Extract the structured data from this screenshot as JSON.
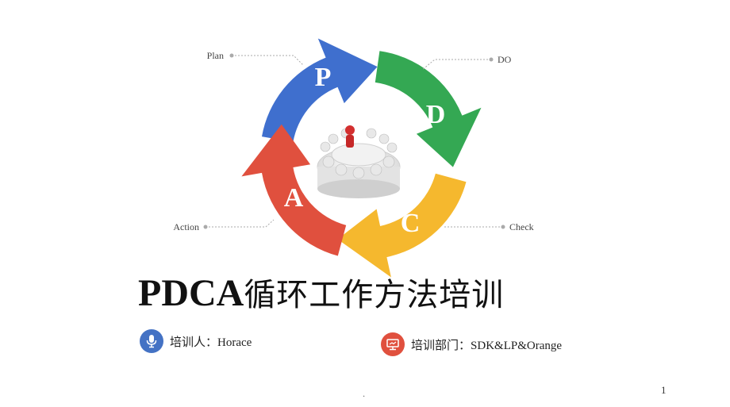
{
  "diagram": {
    "labels": {
      "plan": "Plan",
      "do": "DO",
      "check": "Check",
      "action": "Action"
    },
    "letters": {
      "p": "P",
      "d": "D",
      "c": "C",
      "a": "A"
    },
    "colors": {
      "p": "#3F6FCE",
      "d": "#34A853",
      "c": "#F5B82E",
      "a": "#E0503E",
      "leader": "#aaaaaa"
    }
  },
  "title": {
    "latin": "PDCA",
    "cjk": "循环工作方法培训"
  },
  "trainer": {
    "label": "培训人：",
    "value": "Horace",
    "icon": "microphone-icon",
    "color": "#4472C4"
  },
  "department": {
    "label": "培训部门：",
    "value": "SDK&LP&Orange",
    "icon": "presentation-screen-icon",
    "color": "#E0503E"
  },
  "footer": {
    "dot": ".",
    "page_number": "1"
  }
}
